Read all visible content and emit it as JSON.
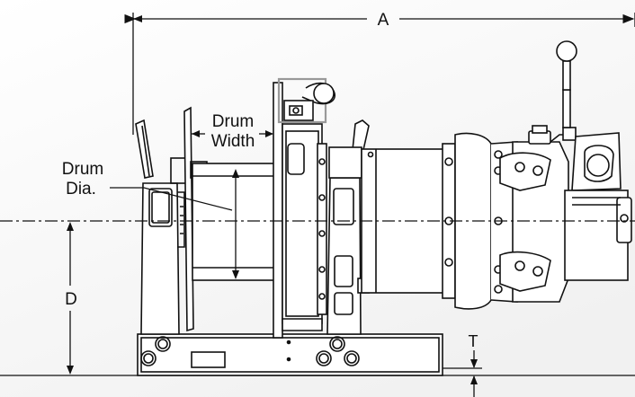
{
  "diagram": {
    "labels": {
      "overall_length": "A",
      "drum_width_line1": "Drum",
      "drum_width_line2": "Width",
      "drum_dia_line1": "Drum",
      "drum_dia_line2": "Dia.",
      "centerline_height": "D",
      "base_thickness": "T"
    },
    "colors": {
      "line": "#111111",
      "background_top": "#ffffff",
      "background_bottom": "#f2f2f2",
      "handle_highlight": "#999999"
    }
  }
}
